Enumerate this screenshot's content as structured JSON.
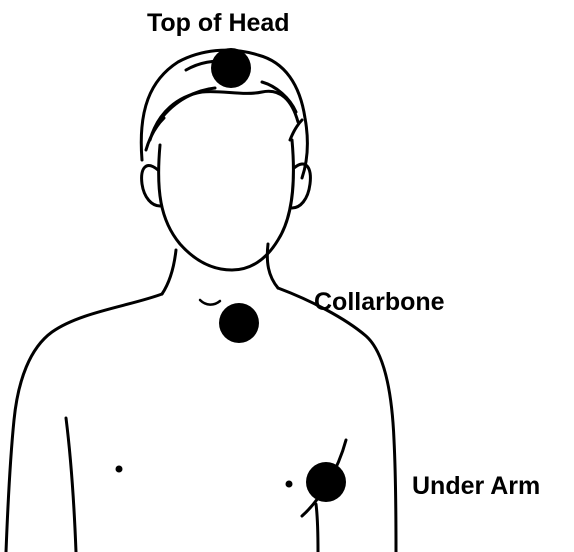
{
  "labels": {
    "top_of_head": "Top of Head",
    "collarbone": "Collarbone",
    "under_arm": "Under Arm"
  },
  "colors": {
    "ink": "#000000",
    "background": "#ffffff",
    "marker": "#000000"
  }
}
